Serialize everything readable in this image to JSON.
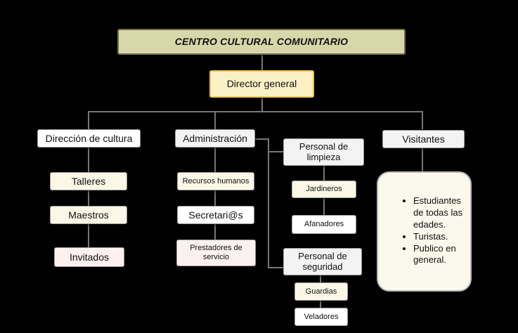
{
  "diagram": {
    "title": "CENTRO CULTURAL COMUNITARIO",
    "director": "Director general",
    "departments": {
      "culture": {
        "label": "Dirección de cultura",
        "children": [
          "Talleres",
          "Maestros",
          "Invitados"
        ]
      },
      "administration": {
        "label": "Administración",
        "children": [
          "Recursos humanos",
          "Secretari@s",
          "Prestadores de servicio"
        ]
      },
      "cleaning": {
        "label": "Personal de limpieza",
        "children": [
          "Jardineros",
          "Afanadores"
        ]
      },
      "security": {
        "label": "Personal de seguridad",
        "children": [
          "Guardias",
          "Veladores"
        ]
      },
      "visitors": {
        "label": "Visitantes",
        "items": [
          "Estudiantes de todas las edades.",
          "Turistas.",
          "Publico en general."
        ]
      }
    }
  }
}
